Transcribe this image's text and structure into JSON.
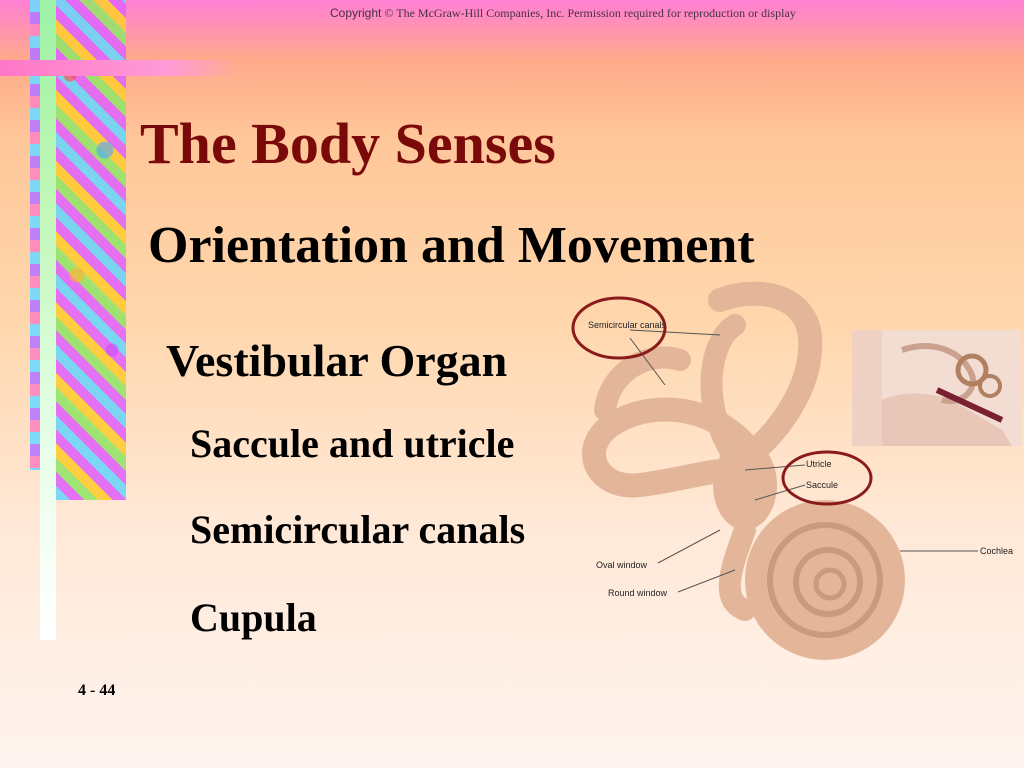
{
  "header": {
    "copyright_prefix": "Copyright",
    "copyright_rest": "© The McGraw-Hill Companies, Inc. Permission required for reproduction or display"
  },
  "slide": {
    "title": "The Body Senses",
    "subtitle": "Orientation and Movement",
    "topic": "Vestibular Organ",
    "items": [
      "Saccule and utricle",
      "Semicircular canals",
      "Cupula"
    ],
    "page_number": "4 - 44"
  },
  "diagram": {
    "labels": {
      "semicircular_canals": "Semicircular canals",
      "utricle": "Utricle",
      "saccule": "Saccule",
      "oval_window": "Oval window",
      "round_window": "Round window",
      "cochlea": "Cochlea"
    },
    "colors": {
      "title": "#7a0a0a",
      "circle": "#8b1a1a",
      "tissue": "#e3b69a"
    }
  }
}
